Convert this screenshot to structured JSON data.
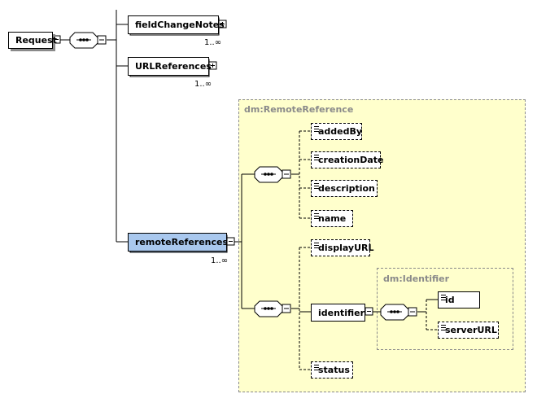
{
  "root": {
    "label": "Request"
  },
  "elements": {
    "fieldChangeNotes": {
      "label": "fieldChangeNotes",
      "cardinality": "1..∞"
    },
    "URLReferences": {
      "label": "URLReferences",
      "cardinality": "1..∞"
    },
    "remoteReferences": {
      "label": "remoteReferences",
      "cardinality": "1..∞"
    }
  },
  "remote_reference_type": {
    "label": "dm:RemoteReference",
    "first_sequence_children": [
      "addedBy",
      "creationDate",
      "description",
      "name"
    ],
    "second_sequence_children": [
      "displayURL",
      "identifier",
      "status"
    ]
  },
  "identifier_type": {
    "label": "dm:Identifier",
    "children": [
      "id",
      "serverURL"
    ]
  },
  "colors": {
    "selected": "#a9c8ee",
    "type_background": "#ffffcc",
    "namespace_label": "#8a8a8a"
  },
  "icons": {
    "sequence": "sequence-compositor-icon",
    "expand": "expand-plus-icon",
    "collapse": "collapse-minus-icon"
  }
}
